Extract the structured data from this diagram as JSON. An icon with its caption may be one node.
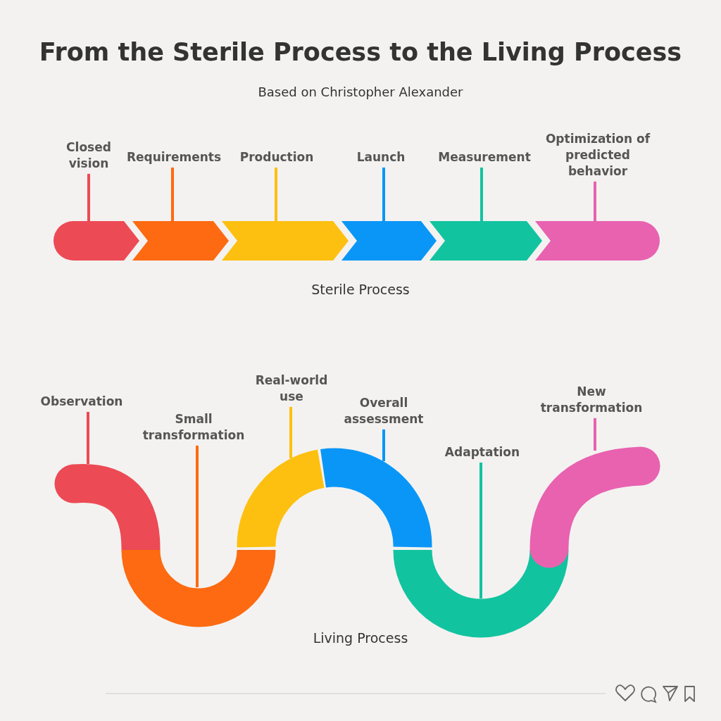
{
  "diagram": {
    "title": "From the Sterile Process to the Living Process",
    "nodes": [
      {
        "text": [
          "Closed vision"
        ]
      },
      {
        "text": [
          "Requirements"
        ]
      },
      {
        "text": [
          "Production"
        ]
      },
      {
        "text": [
          "Launch"
        ]
      },
      {
        "text": [
          "Measurement"
        ]
      },
      {
        "text": [
          "Optimization of predicted behavior"
        ]
      },
      {
        "text": [],
        "shape": "chevron"
      },
      {
        "text": [],
        "shape": "chevron"
      },
      {
        "text": [],
        "shape": "chevron"
      },
      {
        "text": [],
        "shape": "chevron"
      },
      {
        "text": [],
        "shape": "chevron"
      },
      {
        "text": [],
        "shape": "chevron"
      },
      {
        "text": [
          "Observation"
        ]
      },
      {
        "text": [
          "Small transformation"
        ]
      },
      {
        "text": [
          "Real-world use"
        ]
      },
      {
        "text": [
          "Overall assessment"
        ]
      },
      {
        "text": [
          "Adaptation"
        ]
      },
      {
        "text": [
          "New transformation"
        ]
      },
      {
        "text": [],
        "shape": "band"
      },
      {
        "text": [],
        "shape": "band"
      },
      {
        "text": [],
        "shape": "band"
      },
      {
        "text": [],
        "shape": "band"
      },
      {
        "text": [],
        "shape": "band"
      },
      {
        "text": [],
        "shape": "band"
      }
    ],
    "edges": [
      {
        "from": 0,
        "to": 6,
        "arrow": "none",
        "color": "#ec4a55"
      },
      {
        "from": 1,
        "to": 7,
        "arrow": "none",
        "color": "#fd6a12"
      },
      {
        "from": 2,
        "to": 8,
        "arrow": "none",
        "color": "#fdc010"
      },
      {
        "from": 3,
        "to": 9,
        "arrow": "none",
        "color": "#0a96f7"
      },
      {
        "from": 4,
        "to": 10,
        "arrow": "none",
        "color": "#12c3a0"
      },
      {
        "from": 5,
        "to": 11,
        "arrow": "none",
        "color": "#e862b0"
      },
      {
        "from": 12,
        "to": 18,
        "arrow": "none",
        "color": "#ec4a55"
      },
      {
        "from": 13,
        "to": 19,
        "arrow": "none",
        "color": "#fd6a12"
      },
      {
        "from": 14,
        "to": 20,
        "arrow": "none",
        "color": "#fdc010"
      },
      {
        "from": 15,
        "to": 21,
        "arrow": "none",
        "color": "#0a96f7"
      },
      {
        "from": 16,
        "to": 22,
        "arrow": "none",
        "color": "#12c3a0"
      },
      {
        "from": 17,
        "to": 23,
        "arrow": "none",
        "color": "#e862b0"
      }
    ],
    "labels": [
      "Based on Christopher Alexander",
      "Sterile Process",
      "Living Process"
    ]
  }
}
